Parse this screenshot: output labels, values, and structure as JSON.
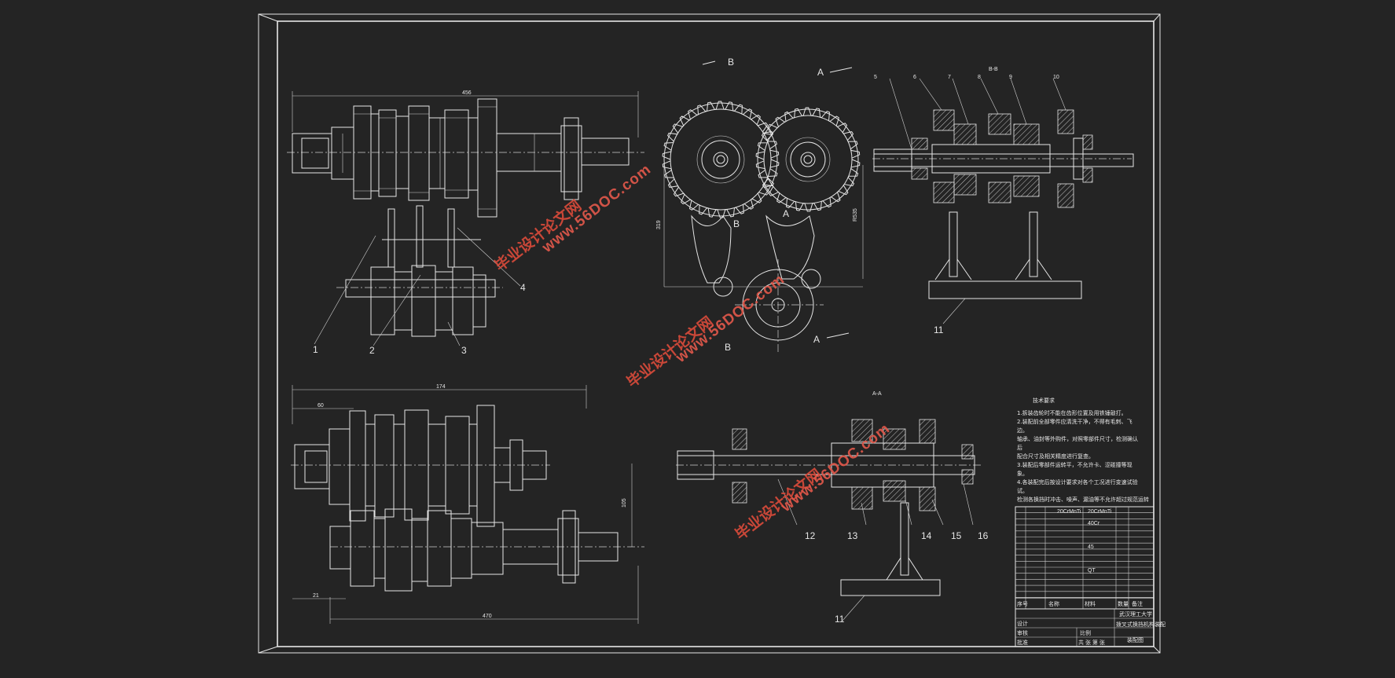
{
  "drawing": {
    "dim_top_overall": "456",
    "dim_bottom_top": "174",
    "dim_bottom_small": "60",
    "dim_bottom_overall": "470",
    "dim_bottom_left": "21",
    "dim_bottom_vertical": "105",
    "dim_gear_vertical": "319",
    "dim_gear_right": "R535",
    "section_b_top": "B",
    "section_b_bottom": "B",
    "section_a_top": "A",
    "section_a_bottom": "A",
    "gear_label_b": "B",
    "gear_label_a": "A",
    "view_bb": "B-B",
    "view_aa": "A-A"
  },
  "part_numbers": {
    "p1": "1",
    "p2": "2",
    "p3": "3",
    "p4": "4",
    "p5": "5",
    "p6": "6",
    "p7": "7",
    "p8": "8",
    "p9": "9",
    "p10": "10",
    "p11a": "11",
    "p11b": "11",
    "p12": "12",
    "p13": "13",
    "p14": "14",
    "p15": "15",
    "p16": "16"
  },
  "notes": {
    "title": "技术要求",
    "lines": [
      "1.拆装齿轮时不能在齿形位置及用铁锤敲打。",
      "2.装配前全部零件应清洗干净，不得有毛刺、飞",
      "边。",
      "轴承、油封等外购件，对照零部件尺寸，检测确认",
      "后",
      "配合尺寸及相关精度进行复查。",
      "3.装配后零部件运转平，不允许卡、涩碰撞等现",
      "象。",
      "4.各装配完后按设计要求对各个工况进行变速试验",
      "试。",
      "检测各换挡时冲击、噪声、漏油等不允许超过规范运转"
    ]
  },
  "title_block": {
    "school": "武汉理工大学",
    "drawing_title": "拨叉式换挡机构装配",
    "drawing_type": "装配图",
    "row_material_1": "20CrMnTi",
    "row_material_2": "40Cr",
    "row_material_3": "45",
    "row_material_4": "QT",
    "col_no": "序号",
    "col_name": "名称",
    "col_qty": "数量",
    "col_material": "材料",
    "col_remark": "备注",
    "designer": "设计",
    "checker": "审核",
    "approver": "批准",
    "scale_label": "比例",
    "sheet_label": "共 张 第 张"
  },
  "watermarks": {
    "cn": "毕业设计论文网",
    "url": "www.56DOC.com"
  }
}
